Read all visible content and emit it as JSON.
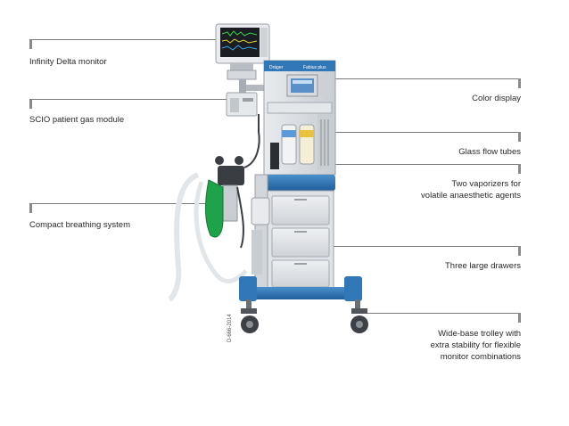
{
  "callouts": {
    "monitor": "Infinity Delta monitor",
    "gas_module": "SCIO patient gas module",
    "breathing": "Compact breathing system",
    "color_display": "Color display",
    "flow_tubes": "Glass flow tubes",
    "vaporizers_line1": "Two vaporizers for",
    "vaporizers_line2": "volatile anaesthetic agents",
    "drawers": "Three large drawers",
    "trolley_line1": "Wide-base trolley with",
    "trolley_line2": "extra stability for flexible",
    "trolley_line3": "monitor combinations"
  },
  "machine": {
    "brand": "Dräger",
    "model": "Fabius plus",
    "image_code": "D-666-2014"
  },
  "colors": {
    "trolley_blue": "#2f77b6",
    "frame_grey": "#d9dde2",
    "bag_green": "#1fa34a",
    "leader_grey": "#7a7a7a"
  }
}
